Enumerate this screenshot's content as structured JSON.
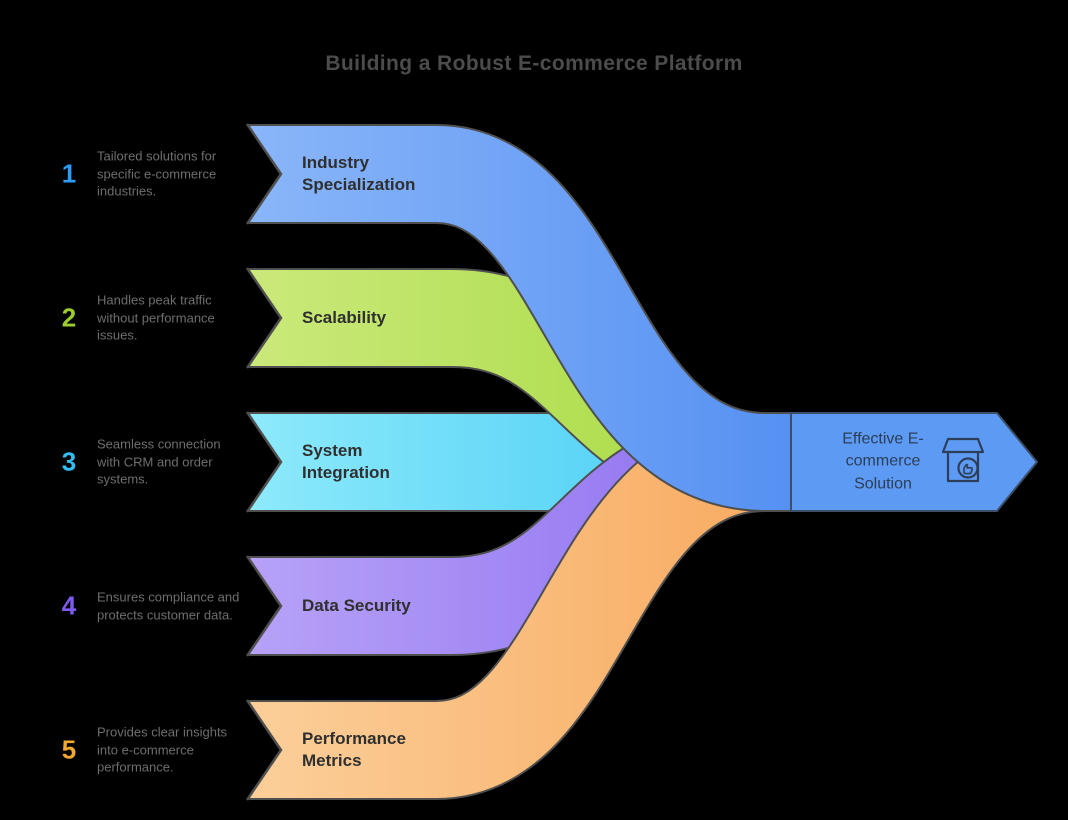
{
  "title": "Building a Robust E-commerce Platform",
  "background_color": "#000000",
  "items": [
    {
      "number": "1",
      "number_color": "#2e9bf5",
      "label": "Industry Specialization",
      "description": "Tailored solutions for specific e-commerce industries.",
      "band_color_left": "#8ab6f9",
      "band_color_right": "#5590f2"
    },
    {
      "number": "2",
      "number_color": "#9ccc2e",
      "label": "Scalability",
      "description": "Handles peak traffic without performance issues.",
      "band_color_left": "#cbe97b",
      "band_color_right": "#a3d93c"
    },
    {
      "number": "3",
      "number_color": "#33bef2",
      "label": "System Integration",
      "description": "Seamless connection with CRM and order systems.",
      "band_color_left": "#8deafb",
      "band_color_right": "#40c8f4"
    },
    {
      "number": "4",
      "number_color": "#7e5bef",
      "label": "Data Security",
      "description": "Ensures compliance and protects customer data.",
      "band_color_left": "#b7a2f7",
      "band_color_right": "#8a6cf0"
    },
    {
      "number": "5",
      "number_color": "#f5a830",
      "label": "Performance Metrics",
      "description": "Provides clear insights into e-commerce performance.",
      "band_color_left": "#fbcf9a",
      "band_color_right": "#f8a95e"
    }
  ],
  "result": {
    "label": "Effective E-commerce Solution",
    "icon": "storefront-thumbs-up-icon",
    "arrow_color": "#5d9af3"
  }
}
